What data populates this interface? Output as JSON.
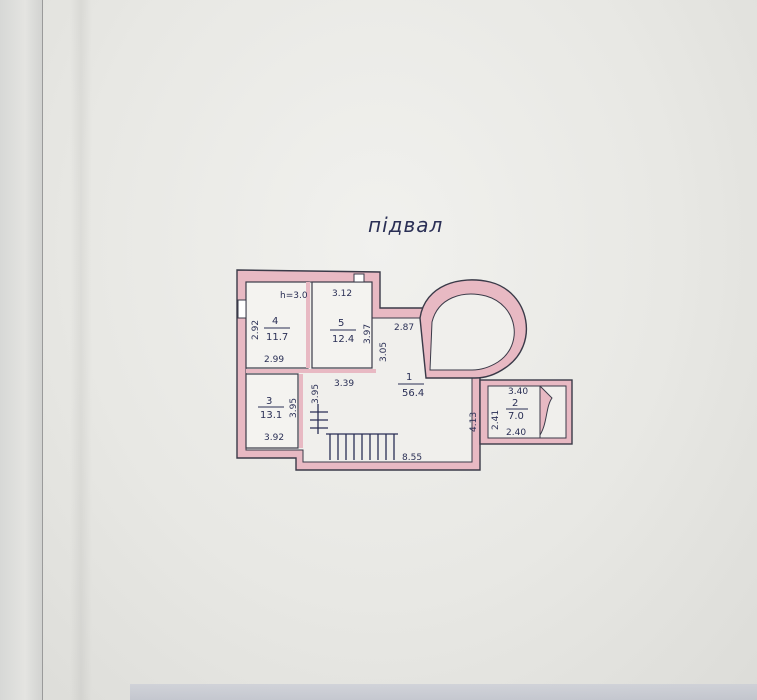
{
  "title": "підвал",
  "ceiling_height": "h=3.0",
  "rooms": [
    {
      "id": "1",
      "area": "56.4"
    },
    {
      "id": "2",
      "area": "7.0"
    },
    {
      "id": "3",
      "area": "13.1"
    },
    {
      "id": "4",
      "area": "11.7"
    },
    {
      "id": "5",
      "area": "12.4"
    }
  ],
  "dimensions": {
    "room4_height": "2.92",
    "room4_width": "2.99",
    "room5_width_top": "3.12",
    "room5_height": "3.97",
    "corridor_width": "2.87",
    "wall_305": "3.05",
    "room5_width_bottom": "3.39",
    "room3_height": "3.95",
    "room3_height_inner": "3.95",
    "room3_width": "3.92",
    "bottom_length": "8.55",
    "right_wall": "4.13",
    "room2_width_top": "3.40",
    "room2_height": "2.41",
    "room2_width_bottom": "2.40"
  },
  "colors": {
    "ink": "#2a2f55",
    "wall_fill": "#e8b9c3",
    "wall_line": "#3a3a48"
  }
}
